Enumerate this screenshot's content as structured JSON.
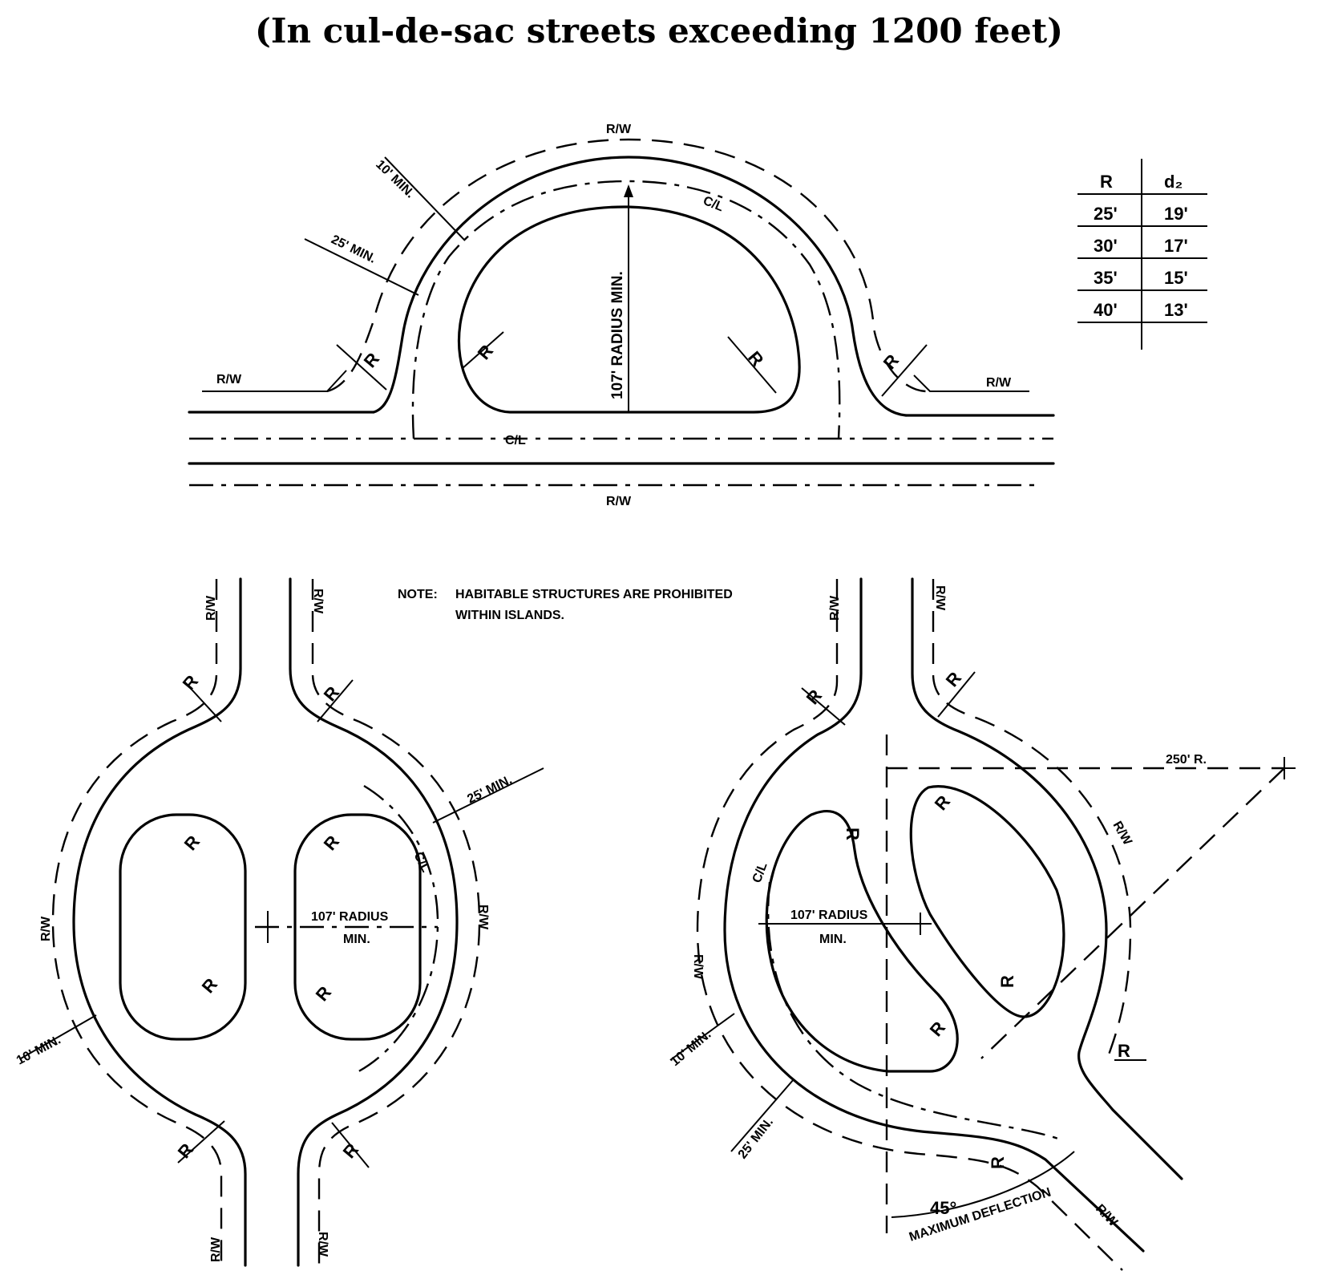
{
  "title": "(In cul-de-sac streets exceeding 1200 feet)",
  "labels": {
    "rw": "R/W",
    "cl": "C/L",
    "r": "R",
    "ten_min": "10' MIN.",
    "twentyfive_min": "25' MIN.",
    "radius_vertical": "107' RADIUS MIN.",
    "radius_107": "107' RADIUS",
    "min": "MIN.",
    "r250": "250' R.",
    "deg45": "45°",
    "max_deflection": "MAXIMUM DEFLECTION"
  },
  "note": {
    "prefix": "NOTE:",
    "line1": "HABITABLE STRUCTURES ARE PROHIBITED",
    "line2": "WITHIN ISLANDS."
  },
  "table": {
    "headers": [
      "R",
      "d₂"
    ],
    "rows": [
      [
        "25'",
        "19'"
      ],
      [
        "30'",
        "17'"
      ],
      [
        "35'",
        "15'"
      ],
      [
        "40'",
        "13'"
      ]
    ]
  }
}
